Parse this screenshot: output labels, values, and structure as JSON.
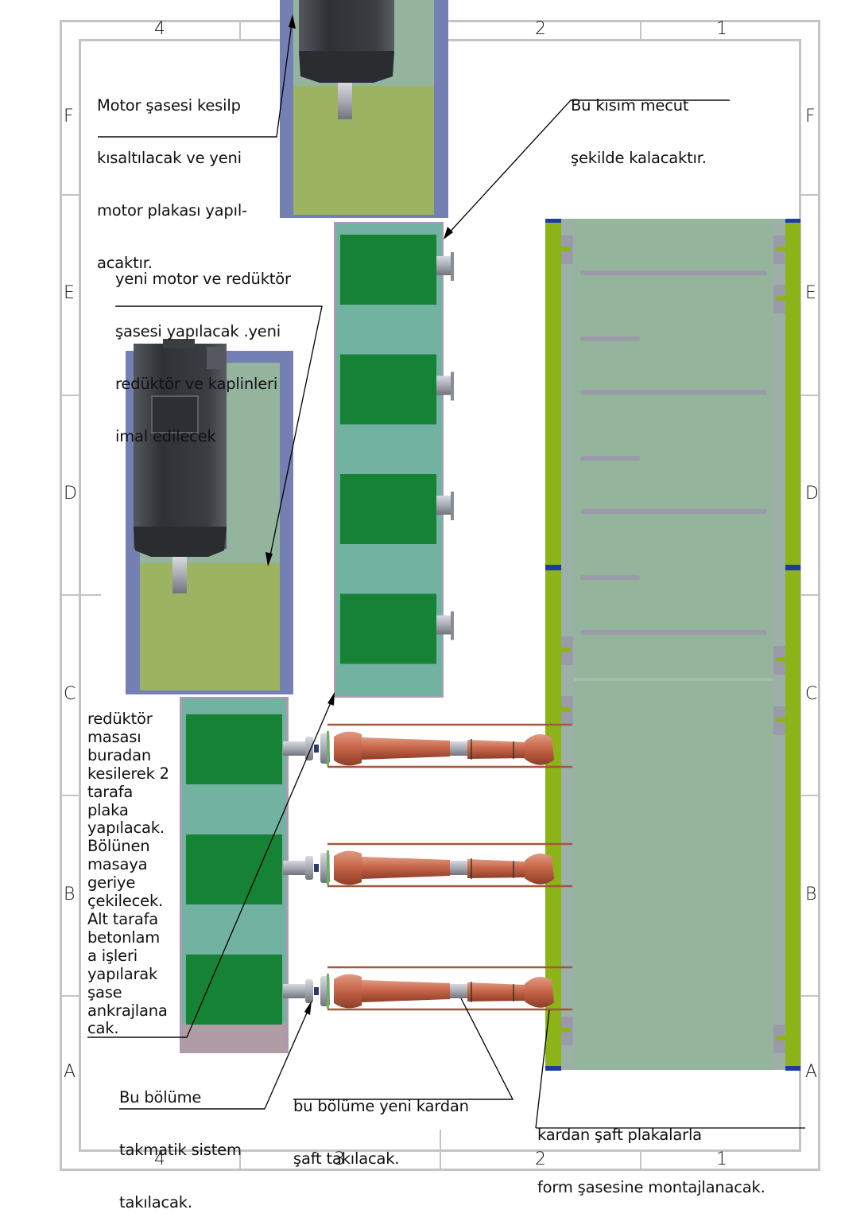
{
  "drawing": {
    "zones_columns": [
      "4",
      "3",
      "2",
      "1"
    ],
    "zones_rows": [
      "F",
      "E",
      "D",
      "C",
      "B",
      "A"
    ]
  },
  "colors": {
    "frame_border": "#c4c4c4",
    "motor_chassis_outer": "#7480b4",
    "motor_chassis_inner": "#94b49e",
    "motor_plate": "#9cb462",
    "motor_body": "#35383c",
    "reducer_table": "#72b2a0",
    "reducer_table_edge": "#ab9ab2",
    "reducer_block": "#168236",
    "cut_zone": "#b09ca4",
    "form_frame": "#94b49c",
    "form_rail": "#8cb418",
    "form_rail_cap": "#1c3ca4",
    "form_slot": "#9a9aaa",
    "cardan_shaft": "#c8664a",
    "cardan_guide": "#a0583a",
    "shaft_steel": "#a8aab4"
  },
  "annotations": {
    "motor_chassis_note": {
      "lines": [
        "Motor şasesi kesilp",
        "kısaltılacak ve yeni",
        "motor plakası yapıl-",
        "acaktır."
      ]
    },
    "existing_part_note": {
      "lines": [
        "Bu kısım mecut",
        "şekilde kalacaktır."
      ]
    },
    "new_motor_reducer_note": {
      "lines": [
        "yeni motor ve redüktör",
        "şasesi yapılacak .yeni",
        "redüktör ve kaplinleri",
        "imal edilecek"
      ]
    },
    "reducer_table_note": {
      "lines": [
        "redüktör",
        "masası",
        "buradan",
        "kesilerek 2",
        "tarafa",
        "plaka",
        "yapılacak.",
        "Bölünen",
        "masaya",
        "geriye",
        "çekilecek.",
        "Alt tarafa",
        "betonlam",
        "a işleri",
        "yapılarak",
        "şase",
        "ankrajlana",
        "cak."
      ]
    },
    "takmatik_note": {
      "lines": [
        "Bu bölüme",
        "takmatik sistem",
        "takılacak."
      ]
    },
    "new_cardan_note": {
      "lines": [
        "bu bölüme yeni kardan",
        "şaft takılacak."
      ]
    },
    "cardan_mount_note": {
      "lines": [
        "kardan şaft plakalarla",
        "form şasesine montajlanacak."
      ]
    }
  },
  "components": {
    "upper_reducer_blocks": 4,
    "lower_reducer_blocks": 3,
    "cardan_shafts": 3,
    "form_frame_slots": 7
  }
}
